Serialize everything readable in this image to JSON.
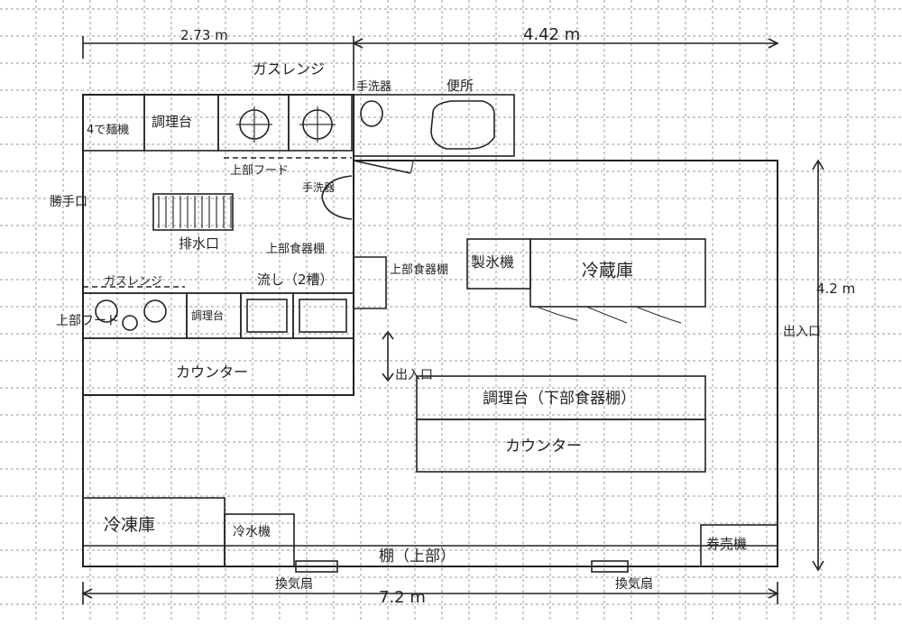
{
  "dimensions": {
    "top_left_width": "2.73 m",
    "top_right_width": "4.42 m",
    "right_depth": "4.2 m",
    "bottom_total": "7.2 m"
  },
  "kitchen": {
    "noodle_machine": "4で麺機",
    "prep_table_top": "調理台",
    "gas_range_top": "ガスレンジ",
    "upper_hood_top": "上部フード",
    "hand_wash_small": "手洗器",
    "drain": "排水口",
    "upper_dish_shelf": "上部食器棚",
    "sink": "流し（2槽）",
    "gas_range_left": "ガスレンジ",
    "prep_table_left": "調理台",
    "counter_left": "カウンター",
    "back_door": "勝手口",
    "upper_hood_left": "上部フード"
  },
  "toilet": {
    "hand_wash": "手洗器",
    "toilet": "便所"
  },
  "hall": {
    "upper_dish_shelf_2": "上部食器棚",
    "ice_maker": "製氷機",
    "refrigerator": "冷蔵庫",
    "entrance_mid": "出入口",
    "prep_table_mid": "調理台（下部食器棚）",
    "counter_mid": "カウンター",
    "entrance_right": "出入口",
    "freezer": "冷凍庫",
    "water_cooler": "冷水機",
    "shelf_upper": "棚（上部）",
    "ticket_machine": "券売機",
    "exhaust_fan_1": "換気扇",
    "exhaust_fan_2": "換気扇"
  }
}
